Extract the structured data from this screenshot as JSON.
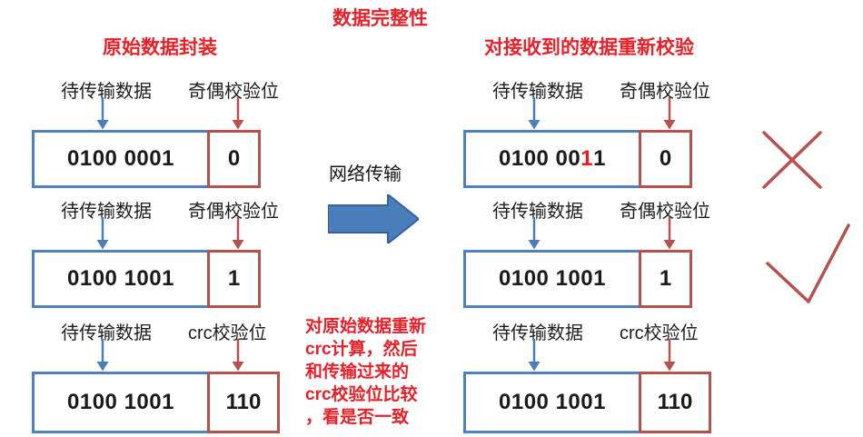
{
  "title": "数据完整性",
  "left_section": {
    "heading": "原始数据封装",
    "rows": [
      {
        "data_label": "待传输数据",
        "check_label": "奇偶校验位",
        "data_prefix": "0100 0001",
        "data_highlight": "",
        "data_suffix": "",
        "check_value": "0",
        "check_type": "parity"
      },
      {
        "data_label": "待传输数据",
        "check_label": "奇偶校验位",
        "data_prefix": "0100 1001",
        "data_highlight": "",
        "data_suffix": "",
        "check_value": "1",
        "check_type": "parity"
      },
      {
        "data_label": "待传输数据",
        "check_label": "crc校验位",
        "data_prefix": "0100 1001",
        "data_highlight": "",
        "data_suffix": "",
        "check_value": "110",
        "check_type": "crc"
      }
    ]
  },
  "right_section": {
    "heading": "对接收到的数据重新校验",
    "rows": [
      {
        "data_label": "待传输数据",
        "check_label": "奇偶校验位",
        "data_prefix": "0100 00",
        "data_highlight": "1",
        "data_suffix": "1",
        "check_value": "0",
        "check_type": "parity",
        "result": "error"
      },
      {
        "data_label": "待传输数据",
        "check_label": "奇偶校验位",
        "data_prefix": "0100 1001",
        "data_highlight": "",
        "data_suffix": "",
        "check_value": "1",
        "check_type": "parity",
        "result": "ok"
      },
      {
        "data_label": "待传输数据",
        "check_label": "crc校验位",
        "data_prefix": "0100 1001",
        "data_highlight": "",
        "data_suffix": "",
        "check_value": "110",
        "check_type": "crc"
      }
    ]
  },
  "middle": {
    "transfer_label": "网络传输",
    "note_lines": [
      "对原始数据重新",
      "crc计算，然后",
      "和传输过来的",
      "crc校验位比较",
      "，看是否一致"
    ]
  },
  "icons": {
    "network-transfer-arrow": "right-block-arrow",
    "error-mark": "cross",
    "ok-mark": "check",
    "data-pointer": "blue-down-arrow",
    "check-pointer": "red-down-arrow"
  },
  "colors": {
    "heading_red": "#e62129",
    "highlight_red": "#e81b22",
    "box_blue": "#4f81bd",
    "box_red": "#b5524d",
    "arrow_blue": "#4a7ebb",
    "mark_red": "#b5524d",
    "text_black": "#1a1a1a"
  }
}
